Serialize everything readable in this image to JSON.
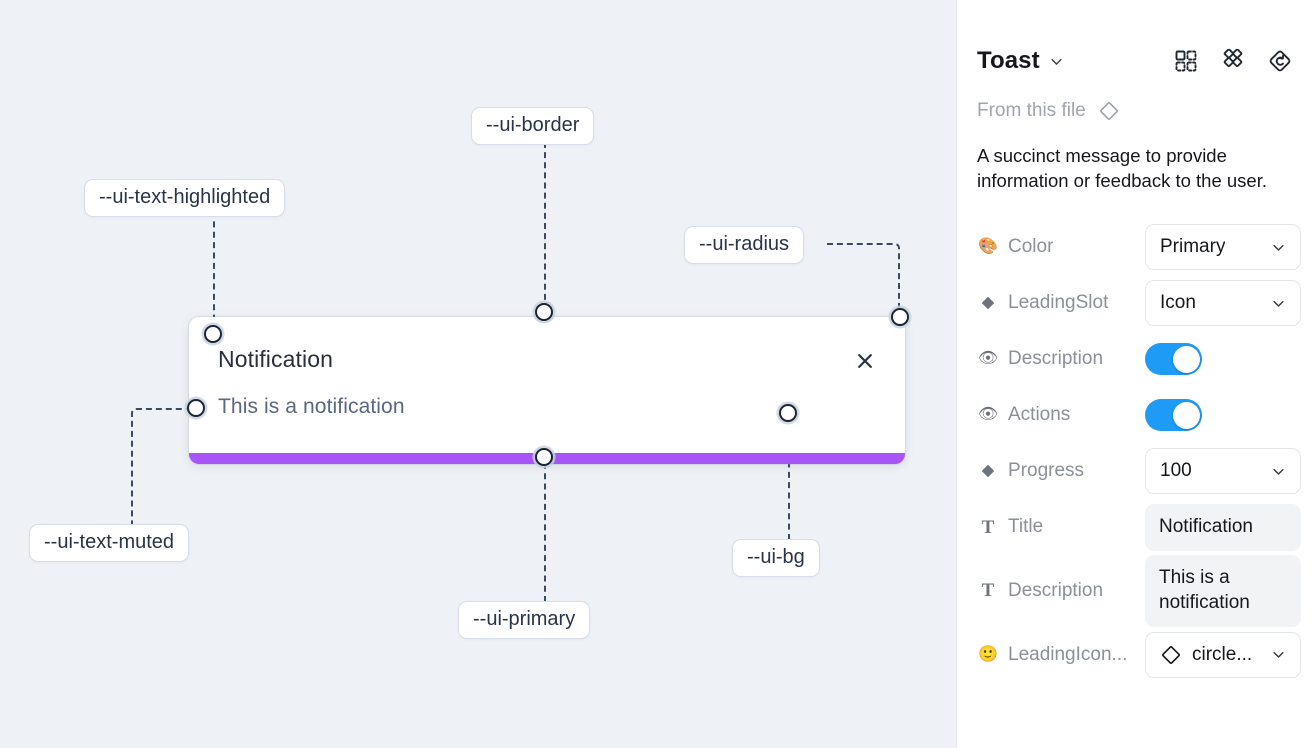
{
  "canvas": {
    "background_color": "#eef1f6",
    "toast": {
      "title": "Notification",
      "description": "This is a notification",
      "close_icon": "close-icon",
      "progress_color": "#a855f7",
      "background_color": "#ffffff"
    },
    "tokens": [
      {
        "id": "ui-text-highlighted",
        "label": "--ui-text-highlighted"
      },
      {
        "id": "ui-border",
        "label": "--ui-border"
      },
      {
        "id": "ui-radius",
        "label": "--ui-radius"
      },
      {
        "id": "ui-text-muted",
        "label": "--ui-text-muted"
      },
      {
        "id": "ui-primary",
        "label": "--ui-primary"
      },
      {
        "id": "ui-bg",
        "label": "--ui-bg"
      }
    ]
  },
  "panel": {
    "title": "Toast",
    "title_caret_icon": "chevron-down-icon",
    "header_icons": [
      {
        "name": "component-set-icon"
      },
      {
        "name": "variants-icon"
      },
      {
        "name": "reset-instance-icon"
      }
    ],
    "from_this_file": {
      "label": "From this file",
      "icon": "diamond-icon"
    },
    "description": "A succinct message to provide information or feedback to the user.",
    "properties": [
      {
        "name": "color",
        "icon": "palette-emoji-icon",
        "icon_glyph": "🎨",
        "label": "Color",
        "control": "select",
        "value": "Primary"
      },
      {
        "name": "leading-slot",
        "icon": "diamond-icon",
        "icon_glyph": "",
        "label": "LeadingSlot",
        "control": "select",
        "value": "Icon"
      },
      {
        "name": "description",
        "icon": "eye-emoji-icon",
        "icon_glyph": "👁",
        "label": "Description",
        "control": "toggle",
        "value": "on"
      },
      {
        "name": "actions",
        "icon": "eye-emoji-icon",
        "icon_glyph": "👁",
        "label": "Actions",
        "control": "toggle",
        "value": "on"
      },
      {
        "name": "progress",
        "icon": "diamond-icon",
        "icon_glyph": "",
        "label": "Progress",
        "control": "select",
        "value": "100"
      },
      {
        "name": "title",
        "icon": "text-icon",
        "icon_glyph": "T",
        "label": "Title",
        "control": "field",
        "value": "Notification"
      },
      {
        "name": "description-text",
        "icon": "text-icon",
        "icon_glyph": "T",
        "label": "Description",
        "control": "field",
        "value": "This is a notification"
      },
      {
        "name": "leading-icon",
        "icon": "smiley-emoji-icon",
        "icon_glyph": "🙂",
        "label": "LeadingIcon...",
        "control": "icon-select",
        "value": "circle..."
      }
    ],
    "toggle_on_color": "#1d9bf6"
  }
}
